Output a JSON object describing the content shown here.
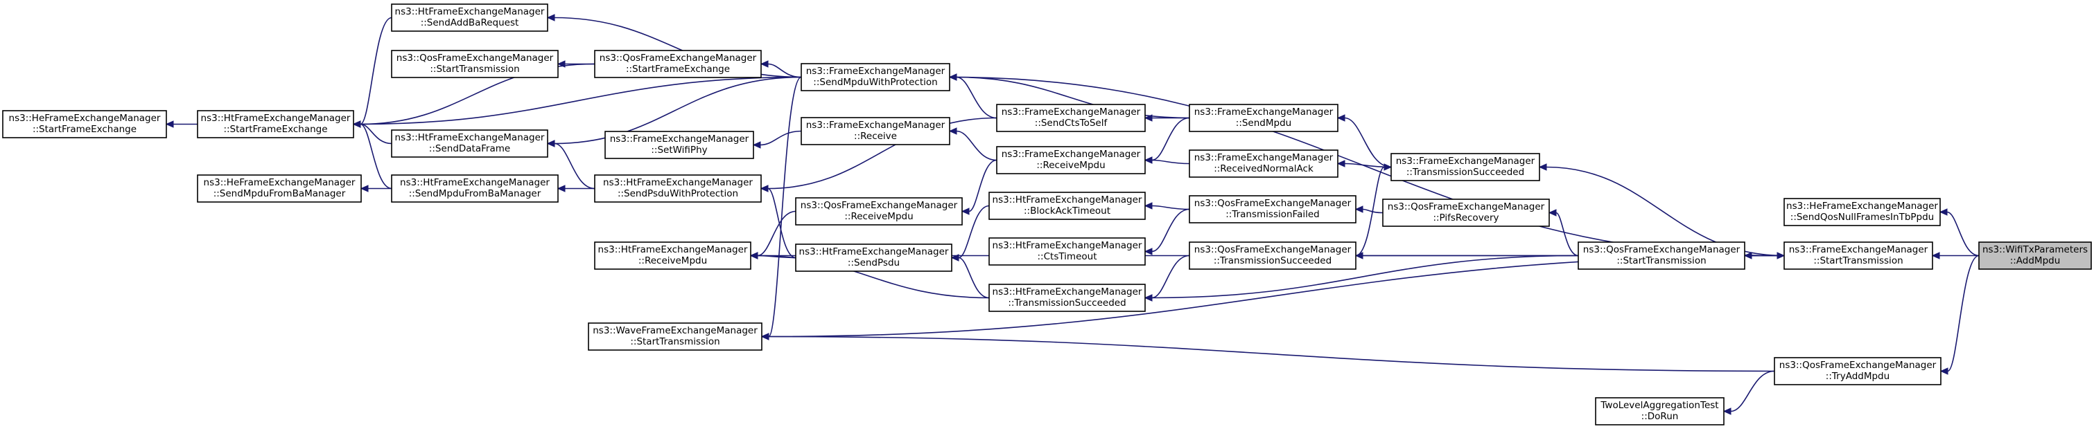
{
  "nodes": [
    {
      "id": "wifi_addmpdu",
      "lines": [
        "ns3::WifiTxParameters",
        "::AddMpdu"
      ],
      "focus": true
    },
    {
      "id": "fem_starttx",
      "lines": [
        "ns3::FrameExchangeManager",
        "::StartTransmission"
      ]
    },
    {
      "id": "he_sendqos",
      "lines": [
        "ns3::HeFrameExchangeManager",
        "::SendQosNullFramesInTbPpdu"
      ]
    },
    {
      "id": "qos_tryadd",
      "lines": [
        "ns3::QosFrameExchangeManager",
        "::TryAddMpdu"
      ]
    },
    {
      "id": "twolevel",
      "lines": [
        "TwoLevelAggregationTest",
        "::DoRun"
      ]
    },
    {
      "id": "qos_starttx",
      "lines": [
        "ns3::QosFrameExchangeManager",
        "::StartTransmission"
      ]
    },
    {
      "id": "fem_txsucc",
      "lines": [
        "ns3::FrameExchangeManager",
        "::TransmissionSucceeded"
      ]
    },
    {
      "id": "qos_pifs",
      "lines": [
        "ns3::QosFrameExchangeManager",
        "::PifsRecovery"
      ]
    },
    {
      "id": "fem_sendmpdu",
      "lines": [
        "ns3::FrameExchangeManager",
        "::SendMpdu"
      ]
    },
    {
      "id": "fem_recvnormalack",
      "lines": [
        "ns3::FrameExchangeManager",
        "::ReceivedNormalAck"
      ]
    },
    {
      "id": "qos_txfailed",
      "lines": [
        "ns3::QosFrameExchangeManager",
        "::TransmissionFailed"
      ]
    },
    {
      "id": "qos_txsucc",
      "lines": [
        "ns3::QosFrameExchangeManager",
        "::TransmissionSucceeded"
      ]
    },
    {
      "id": "ht_txsucc",
      "lines": [
        "ns3::HtFrameExchangeManager",
        "::TransmissionSucceeded"
      ]
    },
    {
      "id": "fem_sendmpduwp",
      "lines": [
        "ns3::FrameExchangeManager",
        "::SendMpduWithProtection"
      ]
    },
    {
      "id": "fem_sendcts",
      "lines": [
        "ns3::FrameExchangeManager",
        "::SendCtsToSelf"
      ]
    },
    {
      "id": "fem_receive",
      "lines": [
        "ns3::FrameExchangeManager",
        "::Receive"
      ]
    },
    {
      "id": "fem_recvmpdu",
      "lines": [
        "ns3::FrameExchangeManager",
        "::ReceiveMpdu"
      ]
    },
    {
      "id": "ht_blockack",
      "lines": [
        "ns3::HtFrameExchangeManager",
        "::BlockAckTimeout"
      ]
    },
    {
      "id": "ht_ctstimeout",
      "lines": [
        "ns3::HtFrameExchangeManager",
        "::CtsTimeout"
      ]
    },
    {
      "id": "ht_sendaddba",
      "lines": [
        "ns3::HtFrameExchangeManager",
        "::SendAddBaRequest"
      ]
    },
    {
      "id": "qos_startfe",
      "lines": [
        "ns3::QosFrameExchangeManager",
        "::StartFrameExchange"
      ]
    },
    {
      "id": "qos_starttx2",
      "lines": [
        "ns3::QosFrameExchangeManager",
        "::StartTransmission"
      ]
    },
    {
      "id": "ht_startfe",
      "lines": [
        "ns3::HtFrameExchangeManager",
        "::StartFrameExchange"
      ]
    },
    {
      "id": "he_startfe",
      "lines": [
        "ns3::HeFrameExchangeManager",
        "::StartFrameExchange"
      ]
    },
    {
      "id": "fem_setwifiphy",
      "lines": [
        "ns3::FrameExchangeManager",
        "::SetWifiPhy"
      ]
    },
    {
      "id": "ht_senddata",
      "lines": [
        "ns3::HtFrameExchangeManager",
        "::SendDataFrame"
      ]
    },
    {
      "id": "ht_sendpsduwp",
      "lines": [
        "ns3::HtFrameExchangeManager",
        "::SendPsduWithProtection"
      ]
    },
    {
      "id": "ht_sendmpdufromba",
      "lines": [
        "ns3::HtFrameExchangeManager",
        "::SendMpduFromBaManager"
      ]
    },
    {
      "id": "he_sendmpdufromba",
      "lines": [
        "ns3::HeFrameExchangeManager",
        "::SendMpduFromBaManager"
      ]
    },
    {
      "id": "qos_recvmpdu",
      "lines": [
        "ns3::QosFrameExchangeManager",
        "::ReceiveMpdu"
      ]
    },
    {
      "id": "ht_sendpsdu",
      "lines": [
        "ns3::HtFrameExchangeManager",
        "::SendPsdu"
      ]
    },
    {
      "id": "ht_recvmpdu",
      "lines": [
        "ns3::HtFrameExchangeManager",
        "::ReceiveMpdu"
      ]
    },
    {
      "id": "wave_starttx",
      "lines": [
        "ns3::WaveFrameExchangeManager",
        "::StartTransmission"
      ]
    }
  ],
  "edges": [
    [
      "fem_starttx",
      "wifi_addmpdu"
    ],
    [
      "he_sendqos",
      "wifi_addmpdu"
    ],
    [
      "qos_tryadd",
      "wifi_addmpdu"
    ],
    [
      "twolevel",
      "qos_tryadd"
    ],
    [
      "wave_starttx",
      "qos_tryadd"
    ],
    [
      "qos_starttx",
      "fem_starttx"
    ],
    [
      "fem_txsucc",
      "fem_starttx"
    ],
    [
      "wave_starttx",
      "fem_starttx"
    ],
    [
      "fem_starttx",
      "fem_sendmpduwp"
    ],
    [
      "qos_pifs",
      "qos_starttx"
    ],
    [
      "qos_txsucc",
      "qos_starttx"
    ],
    [
      "ht_txsucc",
      "qos_starttx"
    ],
    [
      "ht_recvmpdu",
      "qos_starttx"
    ],
    [
      "fem_sendmpdu",
      "fem_txsucc"
    ],
    [
      "fem_recvnormalack",
      "fem_txsucc"
    ],
    [
      "fem_txsucc",
      "qos_txsucc"
    ],
    [
      "qos_txfailed",
      "qos_pifs"
    ],
    [
      "fem_sendmpduwp",
      "fem_sendmpdu"
    ],
    [
      "fem_sendcts",
      "fem_sendmpdu"
    ],
    [
      "fem_recvmpdu",
      "fem_sendmpdu"
    ],
    [
      "fem_recvmpdu",
      "fem_recvnormalack"
    ],
    [
      "ht_blockack",
      "qos_txfailed"
    ],
    [
      "ht_ctstimeout",
      "qos_txfailed"
    ],
    [
      "ht_txsucc",
      "qos_txsucc"
    ],
    [
      "ht_sendpsdu",
      "ht_txsucc"
    ],
    [
      "ht_recvmpdu",
      "ht_txsucc"
    ],
    [
      "ht_sendaddba",
      "fem_sendmpduwp"
    ],
    [
      "qos_startfe",
      "fem_sendmpduwp"
    ],
    [
      "ht_startfe",
      "fem_sendmpduwp"
    ],
    [
      "ht_senddata",
      "fem_sendmpduwp"
    ],
    [
      "wave_starttx",
      "fem_sendmpduwp"
    ],
    [
      "fem_sendmpduwp",
      "fem_sendcts"
    ],
    [
      "ht_sendpsduwp",
      "fem_sendcts"
    ],
    [
      "fem_setwifiphy",
      "fem_receive"
    ],
    [
      "fem_receive",
      "fem_recvmpdu"
    ],
    [
      "qos_recvmpdu",
      "fem_recvmpdu"
    ],
    [
      "ht_sendpsdu",
      "ht_blockack"
    ],
    [
      "qos_starttx2",
      "qos_startfe"
    ],
    [
      "ht_startfe",
      "qos_startfe"
    ],
    [
      "he_startfe",
      "ht_startfe"
    ],
    [
      "ht_startfe",
      "ht_sendaddba"
    ],
    [
      "ht_startfe",
      "ht_senddata"
    ],
    [
      "ht_senddata",
      "ht_sendpsduwp"
    ],
    [
      "ht_sendmpdufromba",
      "ht_sendpsduwp"
    ],
    [
      "ht_startfe",
      "ht_sendmpdufromba"
    ],
    [
      "he_sendmpdufromba",
      "ht_sendmpdufromba"
    ],
    [
      "ht_recvmpdu",
      "qos_recvmpdu"
    ],
    [
      "ht_sendpsduwp",
      "ht_sendpsdu"
    ],
    [
      "ht_recvmpdu",
      "ht_sendpsdu"
    ]
  ]
}
